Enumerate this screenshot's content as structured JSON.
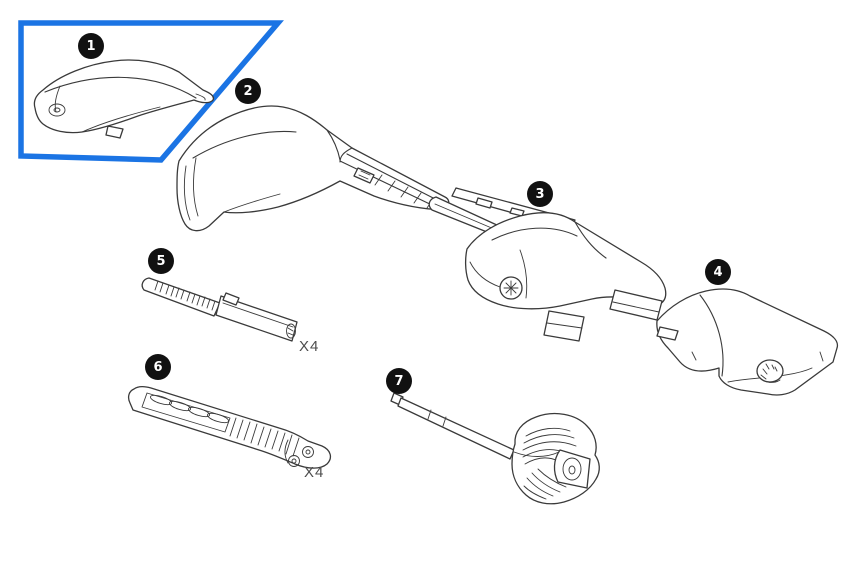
{
  "colors": {
    "background": "#ffffff",
    "line": "#3a3a3a",
    "highlight_blue": "#1b74e4",
    "badge_bg": "#111111",
    "badge_text": "#ffffff",
    "quantity_text": "#4d4d4d"
  },
  "parts": [
    {
      "number": "1",
      "icon": "end-cap-cover-part",
      "highlighted": true
    },
    {
      "number": "2",
      "icon": "foot-housing-with-rail-part",
      "highlighted": false
    },
    {
      "number": "3",
      "icon": "foot-body-with-rails-part",
      "highlighted": false
    },
    {
      "number": "4",
      "icon": "side-cover-part",
      "highlighted": false
    },
    {
      "number": "5",
      "icon": "threaded-bolt-with-sleeve-part",
      "highlighted": false,
      "quantity": "X4"
    },
    {
      "number": "6",
      "icon": "rubber-strap-part",
      "highlighted": false,
      "quantity": "X4"
    },
    {
      "number": "7",
      "icon": "torque-key-tool-part",
      "highlighted": false
    }
  ]
}
